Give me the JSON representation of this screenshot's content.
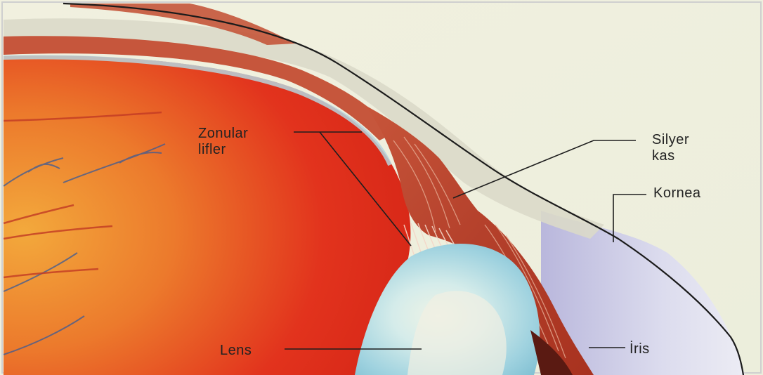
{
  "diagram": {
    "labels": {
      "zonular_line1": "Zonular",
      "zonular_line2": "lifler",
      "silyer_line1": "Silyer",
      "silyer_line2": "kas",
      "kornea": "Kornea",
      "lens": "Lens",
      "iris": "İris"
    }
  }
}
